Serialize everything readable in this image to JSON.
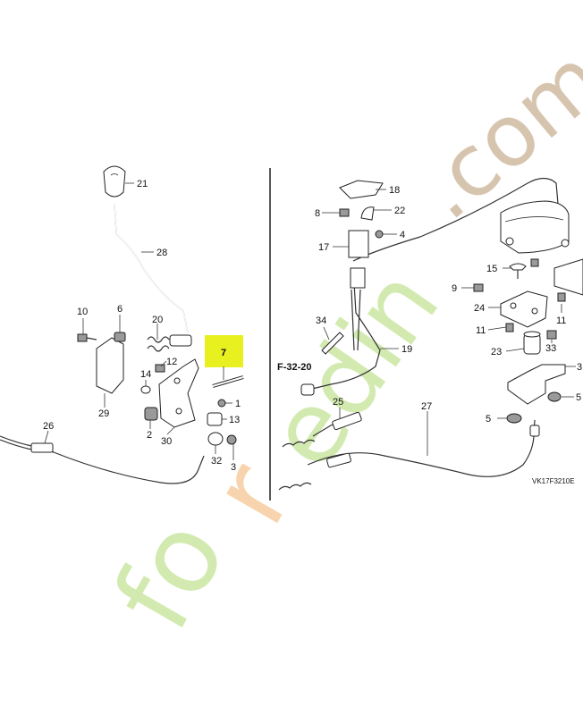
{
  "diagram": {
    "callouts": [
      {
        "id": "c21",
        "text": "21"
      },
      {
        "id": "c28",
        "text": "28"
      },
      {
        "id": "c10",
        "text": "10"
      },
      {
        "id": "c6",
        "text": "6"
      },
      {
        "id": "c20",
        "text": "20"
      },
      {
        "id": "c12",
        "text": "12"
      },
      {
        "id": "c7",
        "text": "7"
      },
      {
        "id": "c14",
        "text": "14"
      },
      {
        "id": "c29",
        "text": "29"
      },
      {
        "id": "c1",
        "text": "1"
      },
      {
        "id": "c2",
        "text": "2"
      },
      {
        "id": "c30",
        "text": "30"
      },
      {
        "id": "c13",
        "text": "13"
      },
      {
        "id": "c32",
        "text": "32"
      },
      {
        "id": "c3",
        "text": "3"
      },
      {
        "id": "c26",
        "text": "26"
      },
      {
        "id": "c18",
        "text": "18"
      },
      {
        "id": "c8",
        "text": "8"
      },
      {
        "id": "c22",
        "text": "22"
      },
      {
        "id": "c4",
        "text": "4"
      },
      {
        "id": "c17",
        "text": "17"
      },
      {
        "id": "c34",
        "text": "34"
      },
      {
        "id": "c19",
        "text": "19"
      },
      {
        "id": "c25",
        "text": "25"
      },
      {
        "id": "c27",
        "text": "27"
      },
      {
        "id": "c15",
        "text": "15"
      },
      {
        "id": "c9",
        "text": "9"
      },
      {
        "id": "c24",
        "text": "24"
      },
      {
        "id": "c11a",
        "text": "11"
      },
      {
        "id": "c11b",
        "text": "11"
      },
      {
        "id": "c23",
        "text": "23"
      },
      {
        "id": "c33",
        "text": "33"
      },
      {
        "id": "c3r",
        "text": "3"
      },
      {
        "id": "c5a",
        "text": "5"
      },
      {
        "id": "c5b",
        "text": "5"
      }
    ],
    "highlight_color": "#e8f020",
    "reference": "F-32-20",
    "diagram_code": "VK17F3210E"
  },
  "watermark": {
    "text_dot": ".com",
    "text_orange": "r",
    "colors": {
      "green": "#c8e6a0",
      "orange": "#f5c99a",
      "brown": "#cbb59d"
    }
  }
}
